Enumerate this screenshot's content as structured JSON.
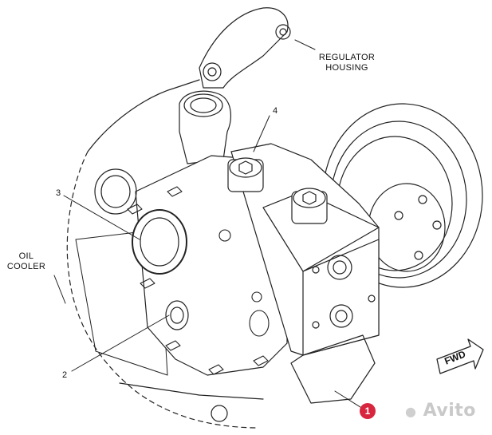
{
  "callouts": {
    "regulator_housing_line1": "REGULATOR",
    "regulator_housing_line2": "HOUSING",
    "oil_cooler_line1": "OIL",
    "oil_cooler_line2": "COOLER",
    "num_2": "2",
    "num_3": "3",
    "num_4": "4",
    "fwd": "FWD"
  },
  "badge": {
    "value": "1",
    "color": "#d7263d"
  },
  "watermark": {
    "text": "Avito"
  }
}
